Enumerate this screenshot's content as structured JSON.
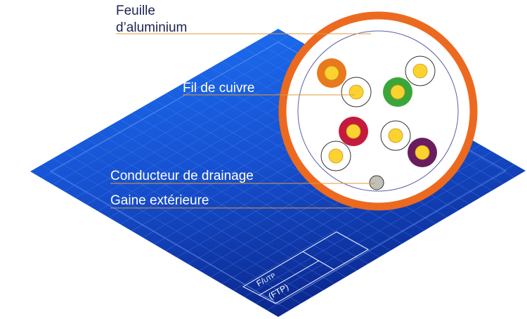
{
  "labels": {
    "foil_line1": "Feuille",
    "foil_line2": "d’aluminium",
    "copper_wire": "Fil de cuivre",
    "drain_wire": "Conducteur de drainage",
    "outer_jacket": "Gaine extérieure"
  },
  "title_block": {
    "line1_main": "F/",
    "line1_sub": "UTP",
    "line2": "(FTP)"
  },
  "colors": {
    "plane_light": "#1a6cf0",
    "plane_dark": "#0d2f9a",
    "grid_line": "#5c8ff0",
    "jacket": "#ec6a1f",
    "foil_line": "#5a5fa8",
    "leader": "#e09a3a",
    "label": "#1c2450",
    "copper": "#fbd230",
    "pair_orange": "#e8791c",
    "pair_green": "#3aa63a",
    "pair_red": "#c41a3e",
    "pair_purple": "#6a1d5e",
    "drain": "#c2c0b8"
  },
  "conductors": [
    {
      "name": "orange",
      "insulation": "#e8791c"
    },
    {
      "name": "white-orange",
      "insulation": "#ffffff"
    },
    {
      "name": "green",
      "insulation": "#3aa63a"
    },
    {
      "name": "white-green",
      "insulation": "#ffffff"
    },
    {
      "name": "red",
      "insulation": "#c41a3e"
    },
    {
      "name": "white-red",
      "insulation": "#ffffff"
    },
    {
      "name": "white-purple",
      "insulation": "#ffffff"
    },
    {
      "name": "purple",
      "insulation": "#6a1d5e"
    }
  ]
}
